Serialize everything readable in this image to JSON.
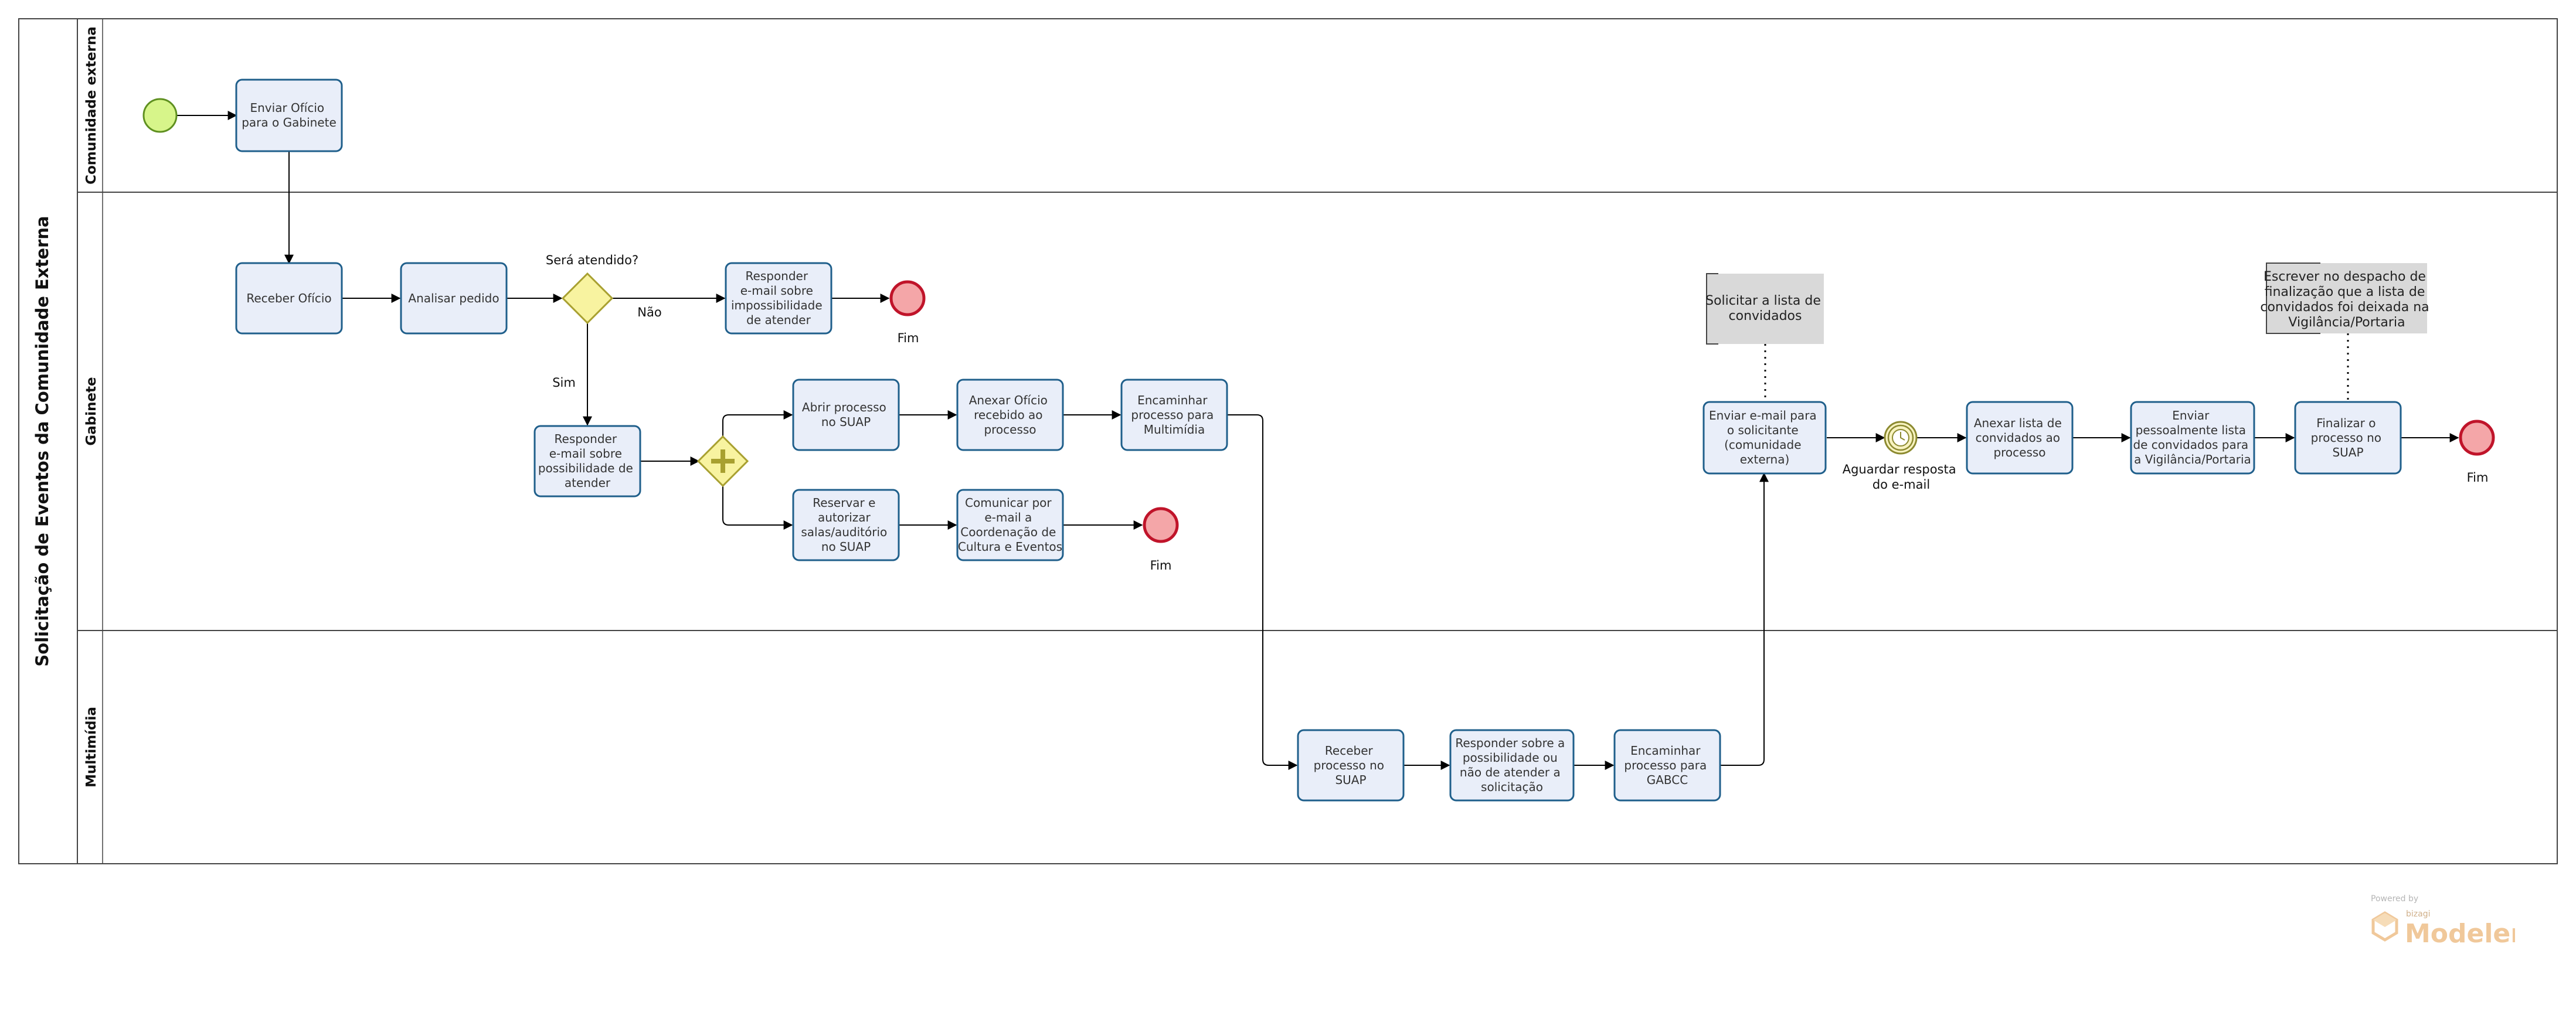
{
  "pool": {
    "title": "Solicitação de Eventos da Comunidade Externa"
  },
  "lanes": [
    {
      "title": "Comunidade externa"
    },
    {
      "title": "Gabinete"
    },
    {
      "title": "Multimídia"
    }
  ],
  "tasks": {
    "enviar_oficio": [
      "Enviar Ofício",
      "para o Gabinete"
    ],
    "receber_oficio": [
      "Receber Ofício"
    ],
    "analisar_pedido": [
      "Analisar pedido"
    ],
    "responder_impossibilidade": [
      "Responder",
      "e-mail sobre",
      "impossibilidade",
      "de atender"
    ],
    "responder_possibilidade": [
      "Responder",
      "e-mail sobre",
      "possibilidade de",
      "atender"
    ],
    "abrir_processo": [
      "Abrir processo",
      "no SUAP"
    ],
    "anexar_oficio": [
      "Anexar Ofício",
      "recebido ao",
      "processo"
    ],
    "encaminhar_multimidia": [
      "Encaminhar",
      "processo para",
      "Multimídia"
    ],
    "reservar_salas": [
      "Reservar e",
      "autorizar",
      "salas/auditório",
      "no SUAP"
    ],
    "comunicar_email": [
      "Comunicar por",
      "e-mail a",
      "Coordenação de",
      "Cultura e Eventos"
    ],
    "receber_processo": [
      "Receber",
      "processo no",
      "SUAP"
    ],
    "responder_sobre": [
      "Responder sobre a",
      "possibilidade ou",
      "não de atender a",
      "solicitação"
    ],
    "encaminhar_gabcc": [
      "Encaminhar",
      "processo para",
      "GABCC"
    ],
    "enviar_email_solicitante": [
      "Enviar e-mail para",
      "o solicitante",
      "(comunidade",
      "externa)"
    ],
    "anexar_lista": [
      "Anexar lista de",
      "convidados ao",
      "processo"
    ],
    "enviar_lista_vigilancia": [
      "Enviar",
      "pessoalmente lista",
      "de convidados para",
      "a Vigilância/Portaria"
    ],
    "finalizar_processo": [
      "Finalizar o",
      "processo no",
      "SUAP"
    ]
  },
  "gateway": {
    "question": "Será atendido?",
    "no": "Não",
    "yes": "Sim"
  },
  "events": {
    "end_label": "Fim",
    "timer_label": [
      "Aguardar resposta",
      "do e-mail"
    ]
  },
  "annotations": {
    "solicitar_lista": [
      "Solicitar a lista de",
      "convidados"
    ],
    "escrever_despacho": [
      "Escrever no despacho de",
      "finalização que a lista de",
      "convidados foi deixada na",
      "Vigilância/Portaria"
    ]
  },
  "branding": {
    "powered": "Powered by",
    "bizagi": "bizagi",
    "modeler": "Modeler"
  },
  "colors": {
    "task_fill": "#e9eef9",
    "task_stroke": "#1f5f8b",
    "start_fill": "#d7f58a",
    "end_fill": "#f4a6a8",
    "end_stroke": "#c0142a",
    "gateway_fill": "#f8f3a0",
    "gateway_stroke": "#a8a030",
    "note_fill": "#d9d9d9"
  }
}
